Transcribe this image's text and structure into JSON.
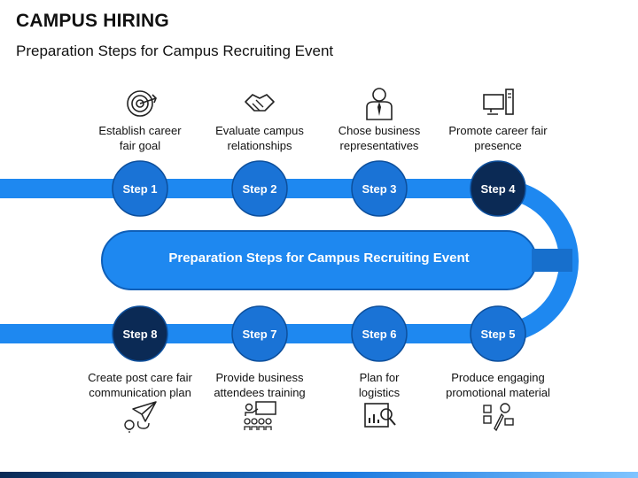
{
  "title": "CAMPUS HIRING",
  "subtitle": "Preparation Steps for Campus Recruiting Event",
  "center_label": "Preparation Steps for Campus Recruiting Event",
  "colors": {
    "track": "#1e88f0",
    "track_light": "#3f9ff5",
    "pill": "#1e88f0",
    "step_blue": "#1a73d6",
    "step_dark": "#0b2a55",
    "text": "#111111"
  },
  "steps": [
    {
      "label": "Step 1",
      "caption": [
        "Establish career",
        "fair goal"
      ],
      "icon": "target-icon",
      "style": "blue"
    },
    {
      "label": "Step 2",
      "caption": [
        "Evaluate campus",
        "relationships"
      ],
      "icon": "handshake-icon",
      "style": "blue"
    },
    {
      "label": "Step 3",
      "caption": [
        "Chose business",
        "representatives"
      ],
      "icon": "businessman-icon",
      "style": "blue"
    },
    {
      "label": "Step 4",
      "caption": [
        "Promote career fair",
        "presence"
      ],
      "icon": "computer-icon",
      "style": "dark"
    },
    {
      "label": "Step 5",
      "caption": [
        "Produce engaging",
        "promotional material"
      ],
      "icon": "media-icon",
      "style": "blue"
    },
    {
      "label": "Step 6",
      "caption": [
        "Plan for",
        "logistics"
      ],
      "icon": "analytics-icon",
      "style": "blue"
    },
    {
      "label": "Step 7",
      "caption": [
        "Provide business",
        "attendees training"
      ],
      "icon": "presentation-icon",
      "style": "blue"
    },
    {
      "label": "Step 8",
      "caption": [
        "Create post care fair",
        "communication plan"
      ],
      "icon": "paper-plane-icon",
      "style": "dark"
    }
  ]
}
